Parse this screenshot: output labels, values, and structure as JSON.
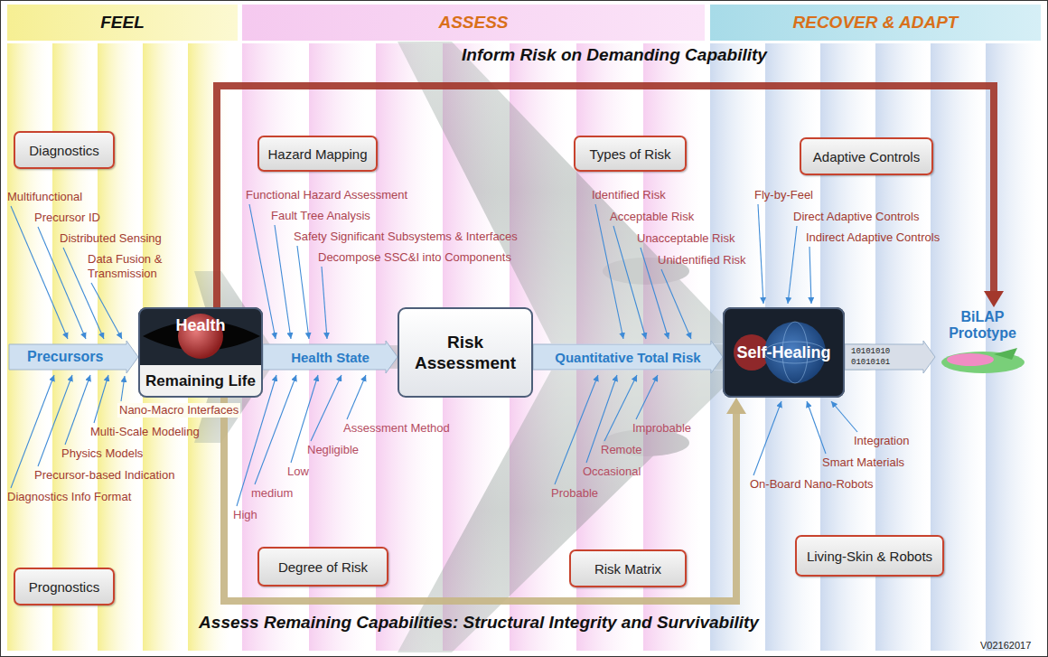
{
  "diagram": {
    "nodes": [
      {
        "text": [
          "FEEL"
        ]
      },
      {
        "text": [
          "ASSESS"
        ]
      },
      {
        "text": [
          "RECOVER & ADAPT"
        ]
      },
      {
        "text": [
          "Diagnostics"
        ]
      },
      {
        "text": [
          "Hazard Mapping"
        ]
      },
      {
        "text": [
          "Types of Risk"
        ]
      },
      {
        "text": [
          "Adaptive Controls"
        ]
      },
      {
        "text": [
          "Health",
          "Remaining Life"
        ]
      },
      {
        "text": [
          "Risk Assessment"
        ]
      },
      {
        "text": [
          "Self-Healing"
        ]
      },
      {
        "text": [
          "BiLAP Prototype"
        ]
      },
      {
        "text": [
          "Degree of Risk"
        ]
      },
      {
        "text": [
          "Risk Matrix"
        ]
      },
      {
        "text": [
          "Living-Skin & Robots"
        ]
      },
      {
        "text": [
          "Prognostics"
        ]
      }
    ],
    "edges": [
      {
        "from": 7,
        "to": 10,
        "arrow": "to",
        "label": "Inform Risk on Demanding Capability"
      },
      {
        "from": 7,
        "to": 8,
        "arrow": "to",
        "label": "Health State"
      },
      {
        "from": 8,
        "to": 9,
        "arrow": "to",
        "label": "Quantitative Total Risk"
      },
      {
        "from": 9,
        "to": 10,
        "arrow": "to"
      },
      {
        "from": 7,
        "to": 9,
        "arrow": "to",
        "label": "Assess Remaining Capabilities: Structural Integrity and Survivability"
      }
    ],
    "labels": [
      "Multifunctional",
      "Precursor ID",
      "Distributed Sensing",
      "Data Fusion & Transmission",
      "Functional Hazard Assessment",
      "Fault Tree Analysis",
      "Safety Significant Subsystems & Interfaces",
      "Decompose SSC&I into Components",
      "Identified Risk",
      "Acceptable Risk",
      "Unacceptable Risk",
      "Unidentified Risk",
      "Fly-by-Feel",
      "Direct Adaptive Controls",
      "Indirect Adaptive Controls",
      "Precursors",
      "10101010",
      "01010101",
      "Nano-Macro Interfaces",
      "Multi-Scale Modeling",
      "Physics Models",
      "Precursor-based Indication",
      "Diagnostics Info Format",
      "Assessment Method",
      "Negligible",
      "Low",
      "medium",
      "High",
      "Improbable",
      "Remote",
      "Occasional",
      "Probable",
      "Integration",
      "Smart Materials",
      "On-Board Nano-Robots",
      "V02162017"
    ]
  }
}
